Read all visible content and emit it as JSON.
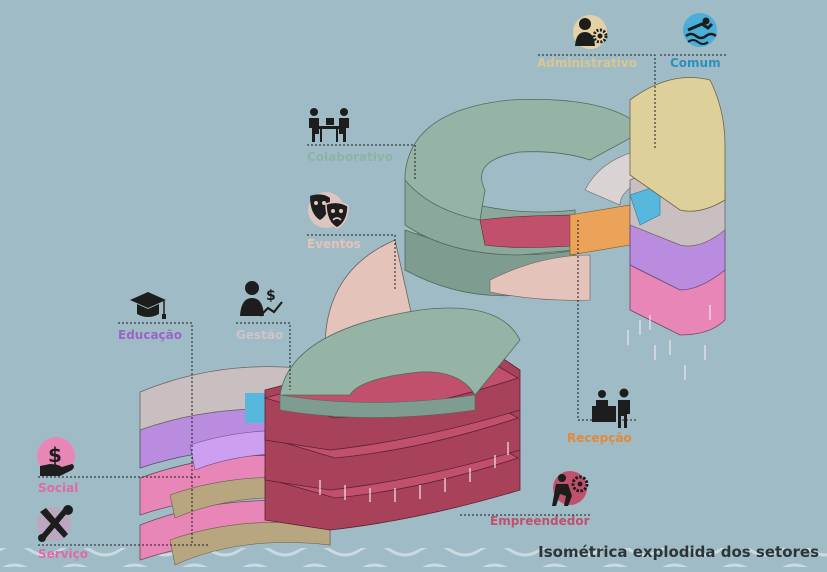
{
  "caption": "Isométrica explodida dos setores",
  "colors": {
    "background": "#9fbcc6",
    "colaborativo": "#95b4a6",
    "empreendedor": "#c0506b",
    "administrativo": "#ddd09a",
    "comum": "#57b7dd",
    "eventos": "#e4c3bb",
    "educacao": "#b98ce0",
    "gestao": "#c9bfc1",
    "social": "#e887b7",
    "servico": "#b7a680",
    "recepcao": "#eba35a"
  },
  "sectors": [
    {
      "label": "Administrativo",
      "icon": "gears-person-icon",
      "color": "#d9c690"
    },
    {
      "label": "Comum",
      "icon": "swimmer-icon",
      "color": "#2d8fc0"
    },
    {
      "label": "Colaborativo",
      "icon": "desk-meeting-icon",
      "color": "#8db3a3"
    },
    {
      "label": "Eventos",
      "icon": "theater-masks-icon",
      "color": "#e6c1b8"
    },
    {
      "label": "Educação",
      "icon": "graduation-cap-icon",
      "color": "#9a64c8"
    },
    {
      "label": "Gestão",
      "icon": "manager-money-icon",
      "color": "#cfc4c6"
    },
    {
      "label": "Social",
      "icon": "hand-money-icon",
      "color": "#e06aa6"
    },
    {
      "label": "Serviço",
      "icon": "tools-icon",
      "color": "#e06aa6"
    },
    {
      "label": "Recepção",
      "icon": "reception-desk-icon",
      "color": "#e08a3a"
    },
    {
      "label": "Empreendedor",
      "icon": "entrepreneur-icon",
      "color": "#c0506b"
    }
  ]
}
